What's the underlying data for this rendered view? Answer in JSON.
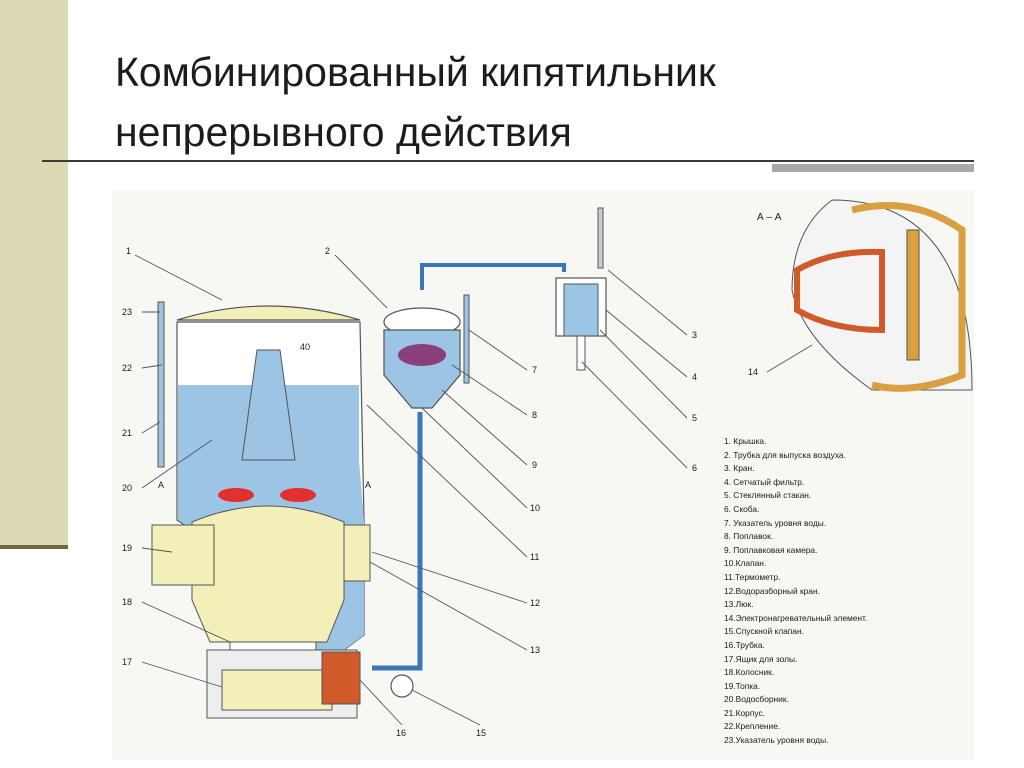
{
  "slide": {
    "title_line1": "Комбинированный кипятильник",
    "title_line2": "непрерывного действия"
  },
  "diagram": {
    "labels": [
      "1",
      "2",
      "3",
      "4",
      "5",
      "6",
      "7",
      "8",
      "9",
      "10",
      "11",
      "12",
      "13",
      "14",
      "15",
      "16",
      "17",
      "18",
      "19",
      "20",
      "21",
      "22",
      "23"
    ],
    "section_label": "А – А",
    "side_label_a": "А",
    "dim_label": "40",
    "legend": [
      "1. Крышка.",
      "2. Трубка для выпуска воздуха.",
      "3. Кран.",
      "4. Сетчатый фильтр.",
      "5. Стеклянный стакан.",
      "6. Скоба.",
      "7. Указатель уровня воды.",
      "8. Поплавок.",
      "9.  Поплавковая камера.",
      "10.Клапан.",
      "11.Термометр.",
      "12.Водоразборный кран.",
      "13.Люк.",
      "14.Электронагревательный элемент.",
      "15.Спускной клапан.",
      "16.Трубка.",
      "17.Ящик для золы.",
      "18.Колосник.",
      "19.Топка.",
      "20.Водосборник.",
      "21.Корпус.",
      "22.Крепление.",
      "23.Указатель уровня воды."
    ]
  },
  "colors": {
    "band": "#ddd9b4",
    "water": "#9cc4e4",
    "pipe": "#3a76b8",
    "firebox": "#f2f0b8",
    "heater": "#d05a2a",
    "burner": "#e03030"
  }
}
